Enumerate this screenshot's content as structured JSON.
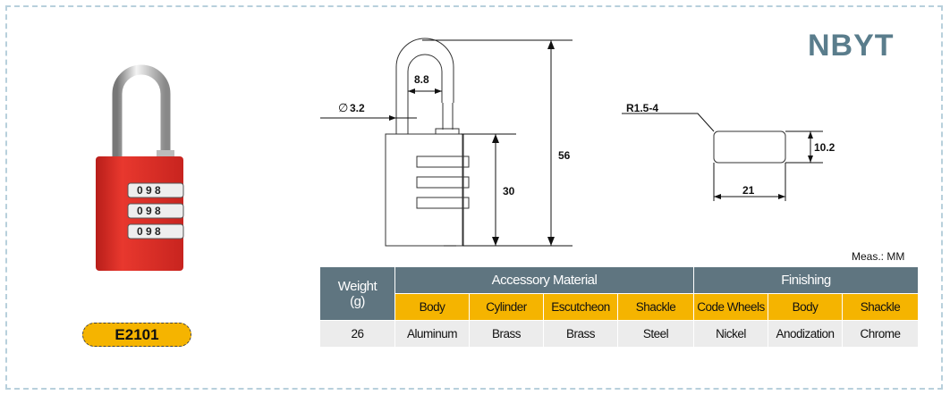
{
  "brand": "NBYT",
  "model": "E2101",
  "measure_unit": "Meas.: MM",
  "drawing": {
    "diameter": "3.2",
    "shackle_gap": "8.8",
    "total_height": "56",
    "body_height": "30",
    "radius": "R1.5-4",
    "section_height": "10.2",
    "section_width": "21"
  },
  "table": {
    "weight_header": "Weight",
    "weight_unit": "(g)",
    "group1": "Accessory Material",
    "group2": "Finishing",
    "columns": [
      "Body",
      "Cylinder",
      "Escutcheon",
      "Shackle",
      "Code Wheels",
      "Body",
      "Shackle"
    ],
    "row": {
      "weight": "26",
      "values": [
        "Aluminum",
        "Brass",
        "Brass",
        "Steel",
        "Nickel",
        "Anodization",
        "Chrome"
      ]
    }
  },
  "colors": {
    "header": "#5f7580",
    "subheader": "#f5b400",
    "brand": "#5a7d8c",
    "lock_body": "#e0312a"
  }
}
